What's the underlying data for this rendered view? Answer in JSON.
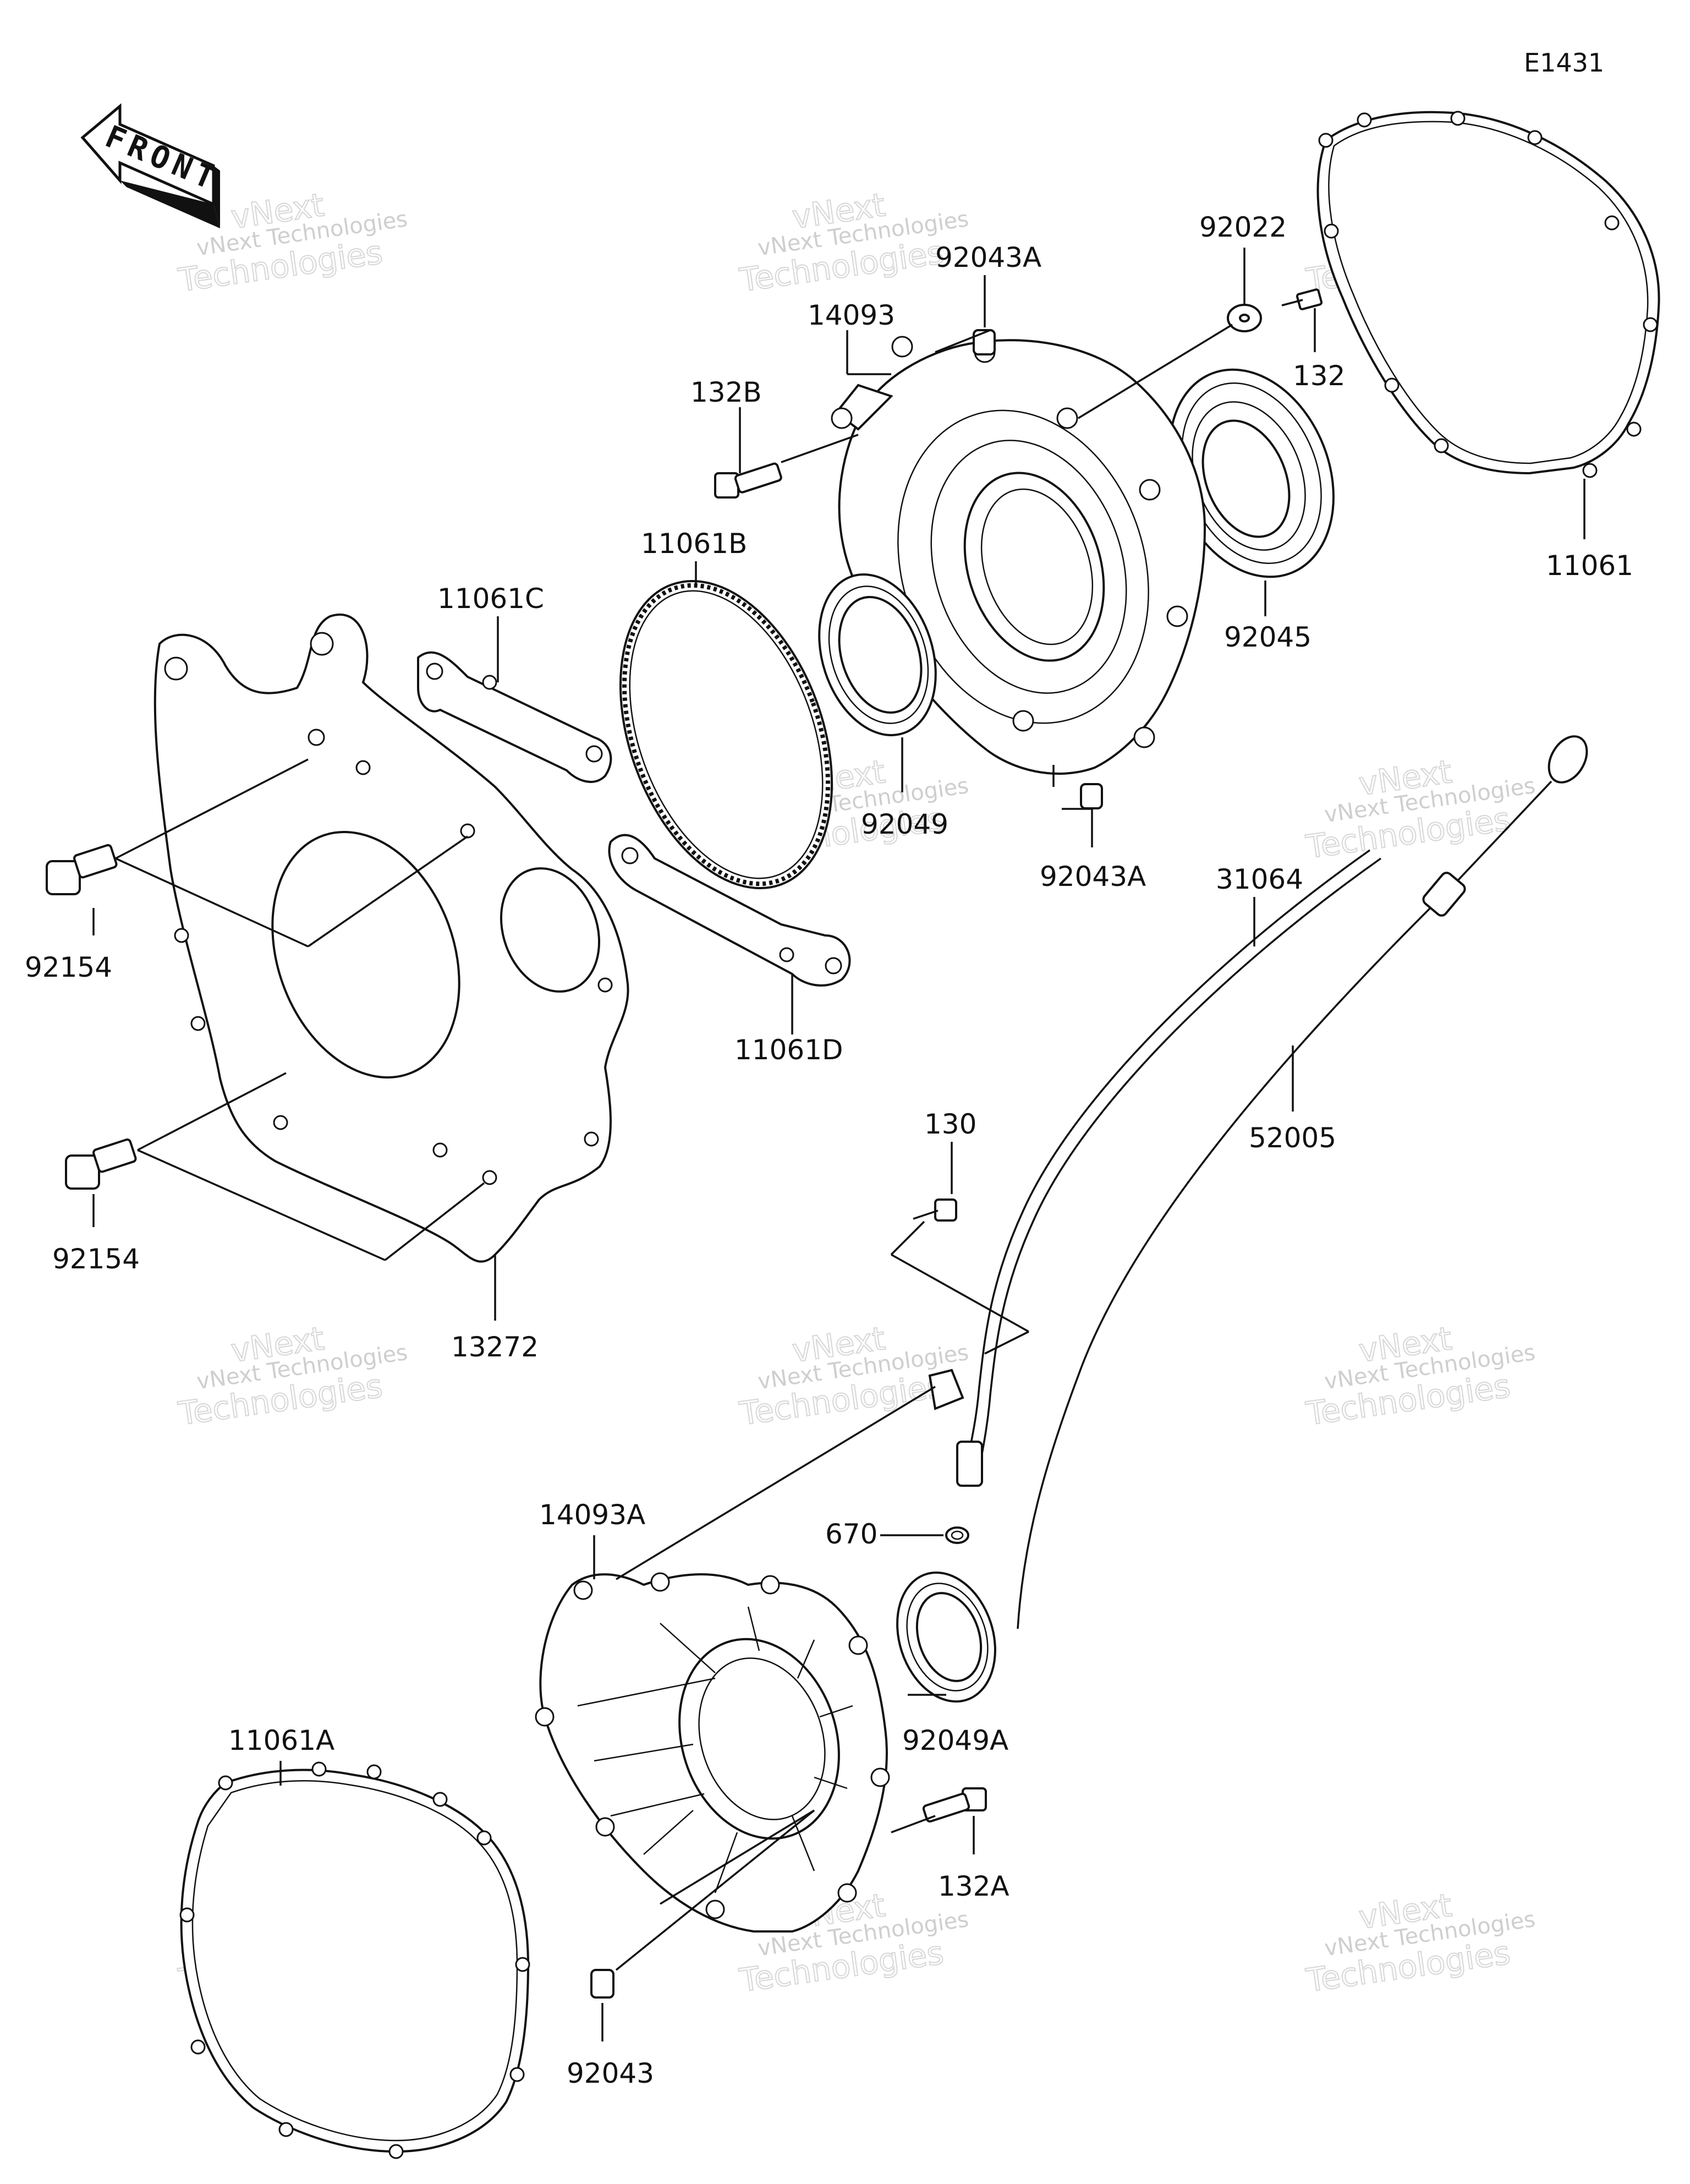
{
  "diagram_ref": "E1431",
  "front_label": "FRONT",
  "watermark": {
    "line1": "vNext",
    "line2": "vNext Technologies",
    "line3": "Technologies"
  },
  "parts": [
    {
      "id": "92043A_top",
      "label": "92043A"
    },
    {
      "id": "14093",
      "label": "14093"
    },
    {
      "id": "132B",
      "label": "132B"
    },
    {
      "id": "92022",
      "label": "92022"
    },
    {
      "id": "132",
      "label": "132"
    },
    {
      "id": "11061",
      "label": "11061"
    },
    {
      "id": "92045",
      "label": "92045"
    },
    {
      "id": "11061B",
      "label": "11061B"
    },
    {
      "id": "11061C",
      "label": "11061C"
    },
    {
      "id": "92049",
      "label": "92049"
    },
    {
      "id": "92043A_mid",
      "label": "92043A"
    },
    {
      "id": "31064",
      "label": "31064"
    },
    {
      "id": "92154_top",
      "label": "92154"
    },
    {
      "id": "11061D",
      "label": "11061D"
    },
    {
      "id": "52005",
      "label": "52005"
    },
    {
      "id": "130",
      "label": "130"
    },
    {
      "id": "92154_bot",
      "label": "92154"
    },
    {
      "id": "13272",
      "label": "13272"
    },
    {
      "id": "14093A",
      "label": "14093A"
    },
    {
      "id": "670",
      "label": "670"
    },
    {
      "id": "11061A",
      "label": "11061A"
    },
    {
      "id": "92049A",
      "label": "92049A"
    },
    {
      "id": "132A",
      "label": "132A"
    },
    {
      "id": "92043",
      "label": "92043"
    }
  ]
}
